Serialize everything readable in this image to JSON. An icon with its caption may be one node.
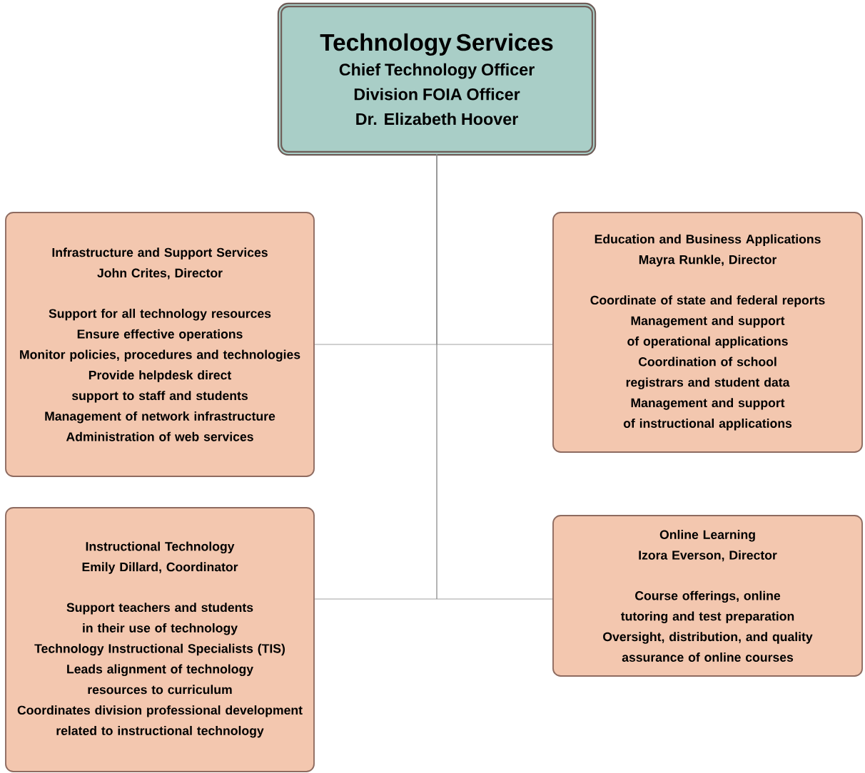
{
  "diagram": {
    "nodes": [
      {
        "text": [
          "Technology Services",
          "Chief Technology Officer",
          "Division FOIA Officer",
          "Dr. Elizabeth Hoover"
        ]
      },
      {
        "text": [
          "Infrastructure and Support Services",
          "John Crites, Director",
          "Support for all technology resources",
          "Ensure effective operations",
          "Monitor policies, procedures and technologies",
          "Provide helpdesk direct support to staff and students",
          "Management of network infrastructure",
          "Administration of web services"
        ]
      },
      {
        "text": [
          "Education and Business Applications",
          "Mayra Runkle, Director",
          "Coordinate of state and federal reports",
          "Management and support of operational applications",
          "Coordination of school registrars and student data",
          "Management and support of instructional applications"
        ]
      },
      {
        "text": [
          "Instructional Technology",
          "Emily Dillard, Coordinator",
          "Support teachers and students in their use of technology",
          "Technology Instructional Specialists (TIS)",
          "Leads alignment of technology resources to curriculum",
          "Coordinates division professional development related to instructional technology"
        ]
      },
      {
        "text": [
          "Online Learning",
          "Izora Everson, Director",
          "Course offerings, online tutoring and test preparation",
          "Oversight, distribution, and quality assurance of online courses"
        ]
      }
    ],
    "edges": [
      {
        "from": 0,
        "to": 1,
        "arrow": "none"
      },
      {
        "from": 0,
        "to": 2,
        "arrow": "none"
      },
      {
        "from": 0,
        "to": 3,
        "arrow": "none"
      },
      {
        "from": 0,
        "to": 4,
        "arrow": "none"
      }
    ]
  }
}
